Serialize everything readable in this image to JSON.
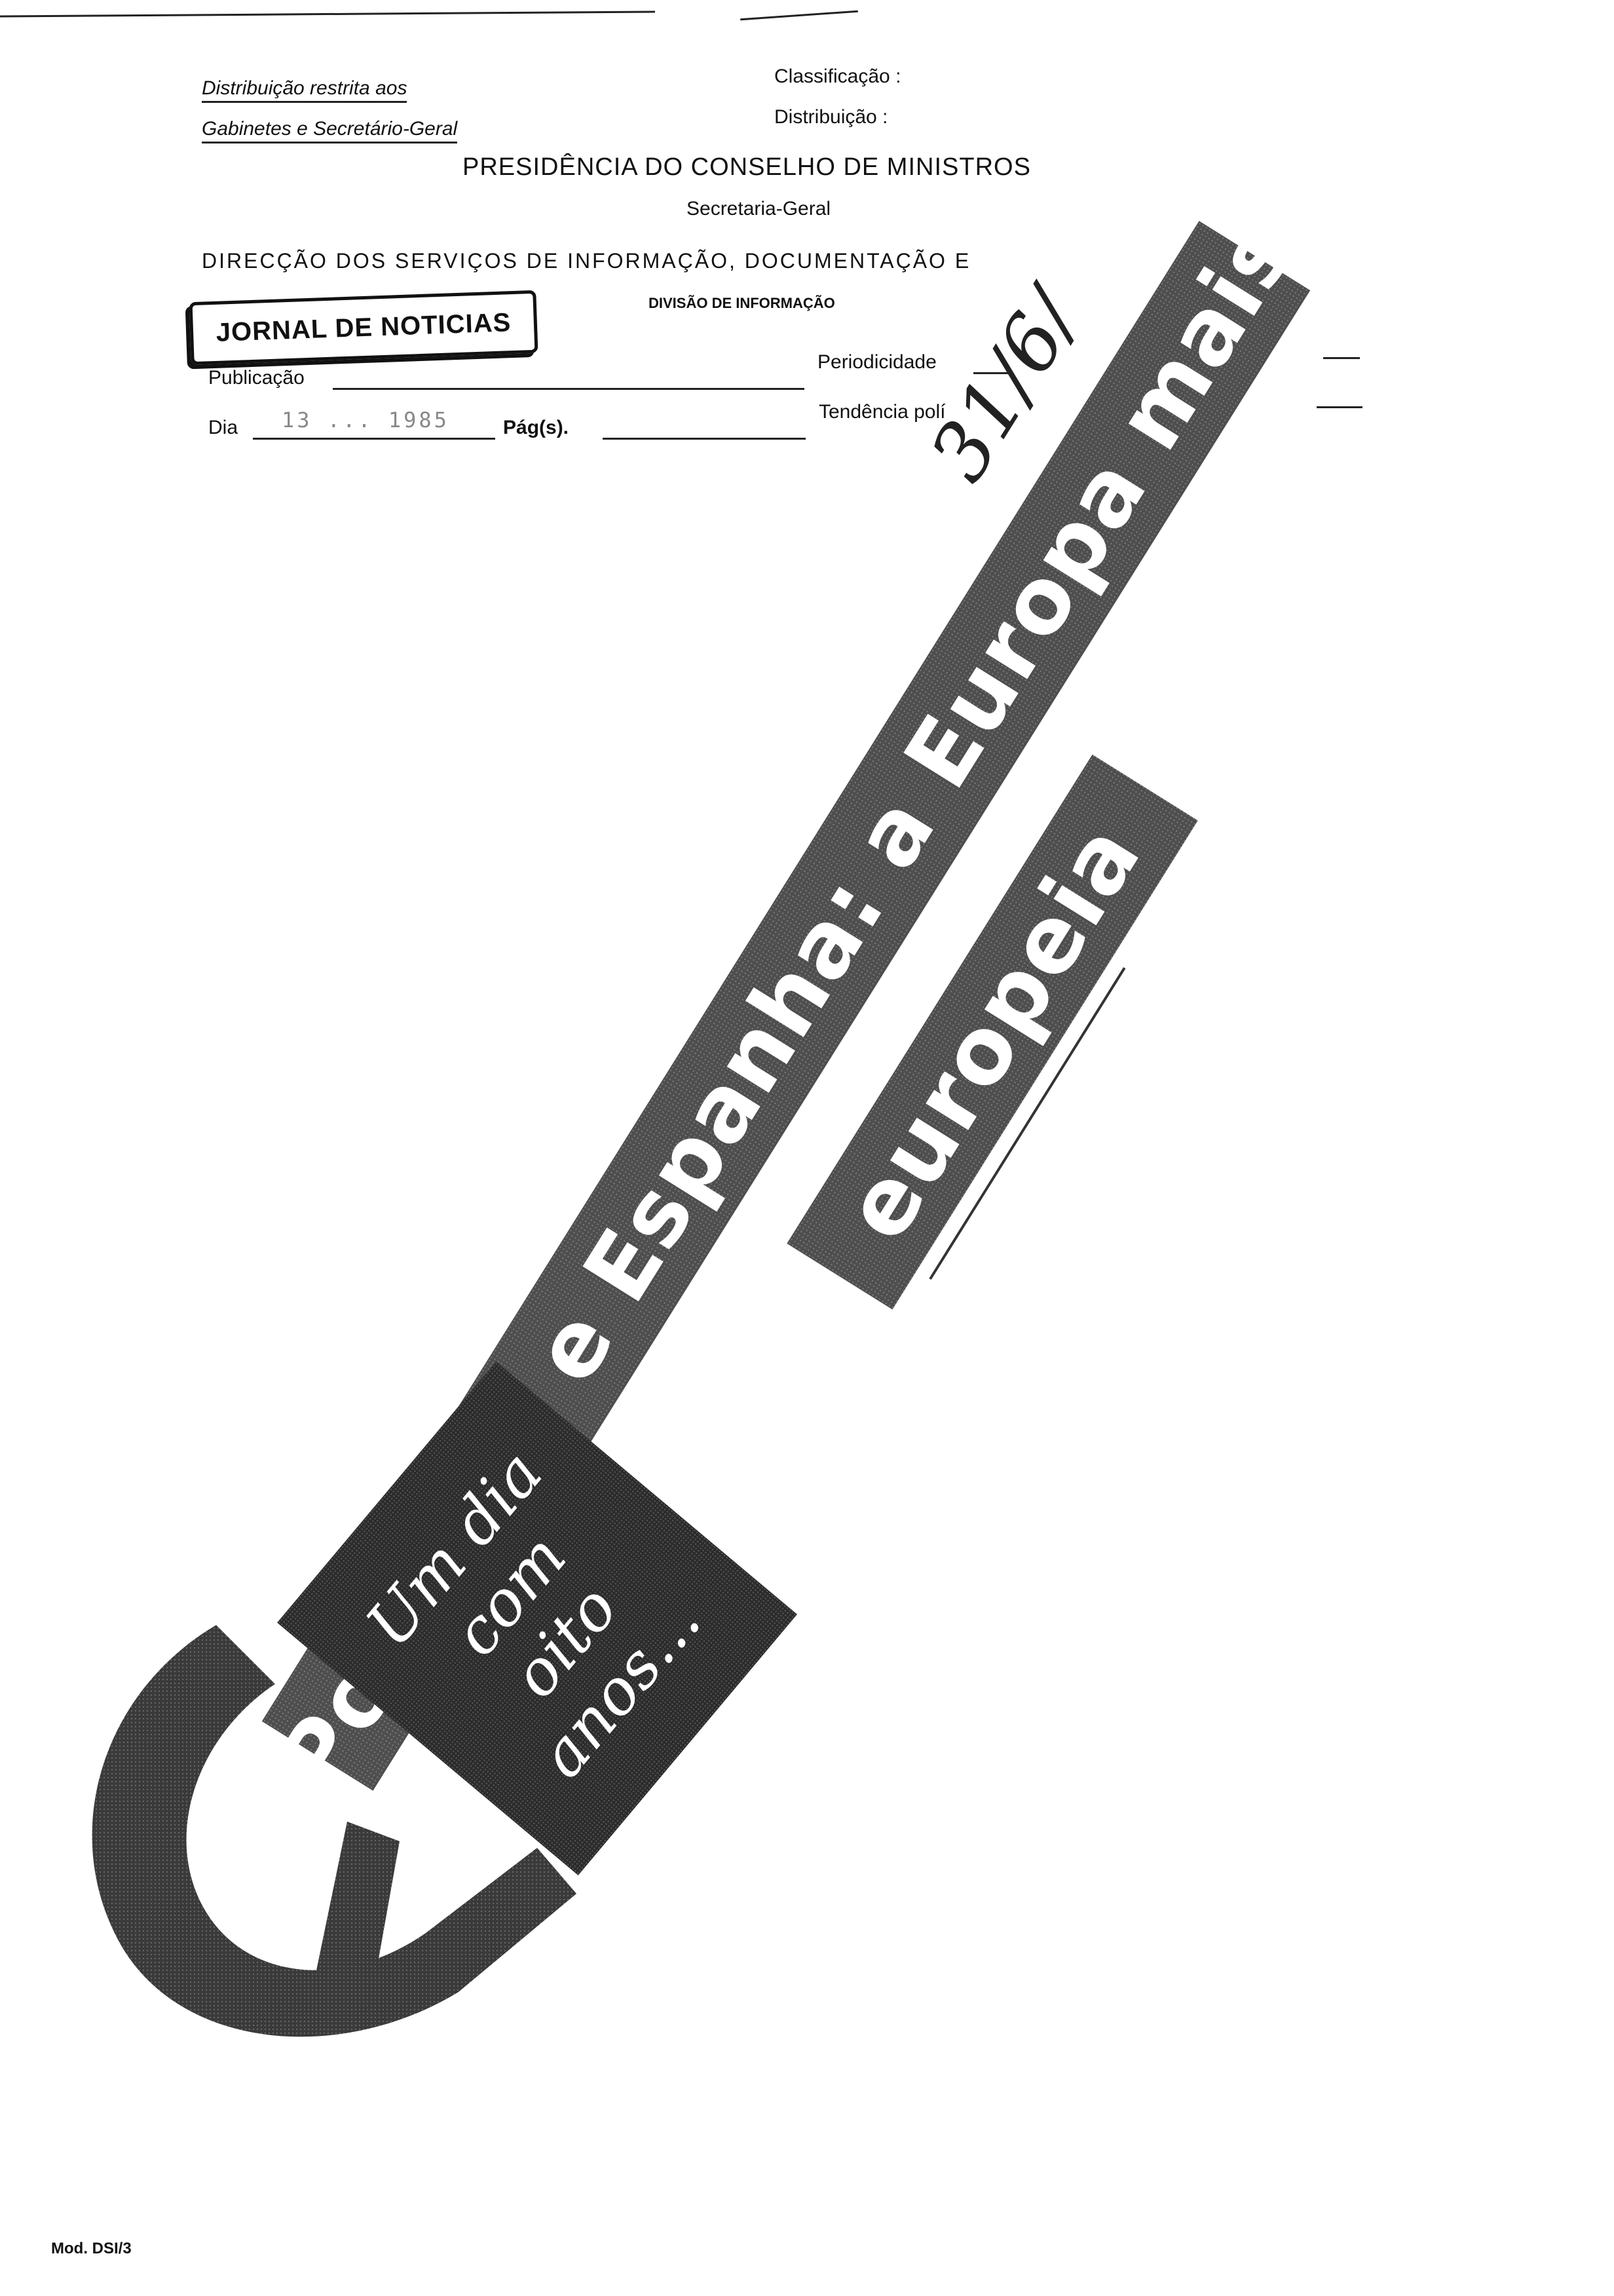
{
  "header": {
    "restricted_line1": "Distribuição restrita aos",
    "restricted_line2": "Gabinetes e Secretário-Geral",
    "classification_label": "Classificação :",
    "distribution_label": "Distribuição :",
    "org_title": "PRESIDÊNCIA DO CONSELHO DE MINISTROS",
    "org_subtitle": "Secretaria-Geral",
    "directorate": "DIRECÇÃO DOS SERVIÇOS DE INFORMAÇÃO, DOCUMENTAÇÃO E",
    "division": "DIVISÃO DE INFORMAÇÃO"
  },
  "stamp": {
    "text": "JORNAL DE NOTICIAS"
  },
  "fields": {
    "publication_label": "Publicação",
    "periodicity_label": "Periodicidade",
    "day_label": "Dia",
    "day_value": "13 ... 1985",
    "pages_label": "Pág(s).",
    "tendency_label": "Tendência polí"
  },
  "clipping": {
    "headline": "Portugal e Espanha: a Europa mais",
    "headline_continued": "europeia",
    "subhead": [
      "Um dia",
      "com",
      "oito anos..."
    ]
  },
  "handwriting": {
    "text": "31/6/"
  },
  "footer": {
    "form_code": "Mod. DSI/3"
  }
}
